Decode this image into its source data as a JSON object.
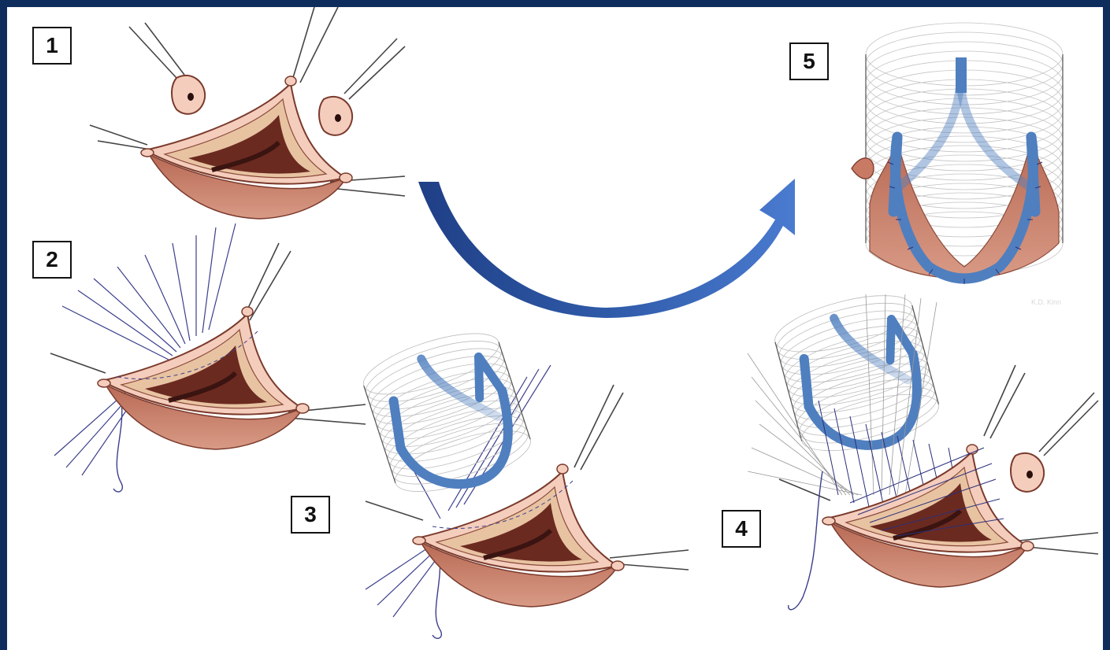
{
  "steps": [
    {
      "id": "1",
      "label": "1"
    },
    {
      "id": "2",
      "label": "2"
    },
    {
      "id": "3",
      "label": "3"
    },
    {
      "id": "4",
      "label": "4"
    },
    {
      "id": "5",
      "label": "5"
    }
  ],
  "watermark": "K.D. Kinn",
  "colors": {
    "background": "#0f2d5c",
    "panel": "#ffffff",
    "tissue_outer": "#c97a64",
    "tissue_rim": "#f4cdbd",
    "tissue_inner": "#e8c3a2",
    "tissue_cavity": "#6b2a20",
    "graft_frame": "#4f7fbf",
    "arrow": "#2f5aa8",
    "suture": "#2a2f7a"
  }
}
